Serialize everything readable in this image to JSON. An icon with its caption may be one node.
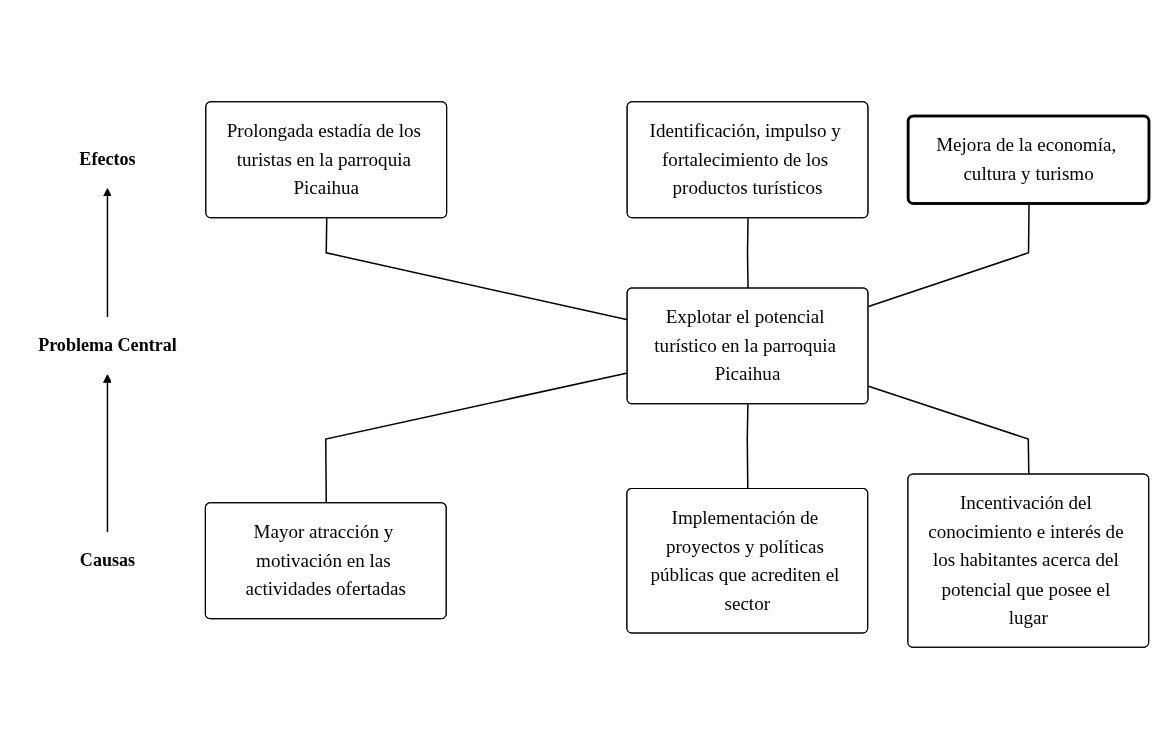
{
  "diagram": {
    "nodes": [
      {
        "text": [
          "Efectos"
        ]
      },
      {
        "text": [
          "Prolongada estadía de los turistas en la parroquia Picaihua"
        ]
      },
      {
        "text": [
          "Identificación, impulso y fortalecimiento de los productos turísticos"
        ]
      },
      {
        "text": [
          "Mejora de la economía, cultura y turismo"
        ]
      },
      {
        "text": [
          "Problema Central"
        ]
      },
      {
        "text": [
          "Explotar el potencial turístico en la parroquia Picaihua"
        ]
      },
      {
        "text": [
          "Causas"
        ]
      },
      {
        "text": [
          "Mayor atracción y motivación en las actividades ofertadas"
        ]
      },
      {
        "text": [
          "Implementación de proyectos y políticas públicas que acrediten el sector"
        ]
      },
      {
        "text": [
          "Incentivación del conocimiento e interés de los habitantes acerca del potencial que posee el lugar"
        ]
      }
    ],
    "edges": [
      {
        "from": 4,
        "to": 0,
        "arrow": "to"
      },
      {
        "from": 6,
        "to": 4,
        "arrow": "to"
      },
      {
        "from": 5,
        "to": 1,
        "arrow": "none"
      },
      {
        "from": 5,
        "to": 2,
        "arrow": "none"
      },
      {
        "from": 5,
        "to": 3,
        "arrow": "none"
      },
      {
        "from": 7,
        "to": 5,
        "arrow": "none"
      },
      {
        "from": 8,
        "to": 5,
        "arrow": "none"
      },
      {
        "from": 9,
        "to": 5,
        "arrow": "none"
      }
    ]
  }
}
